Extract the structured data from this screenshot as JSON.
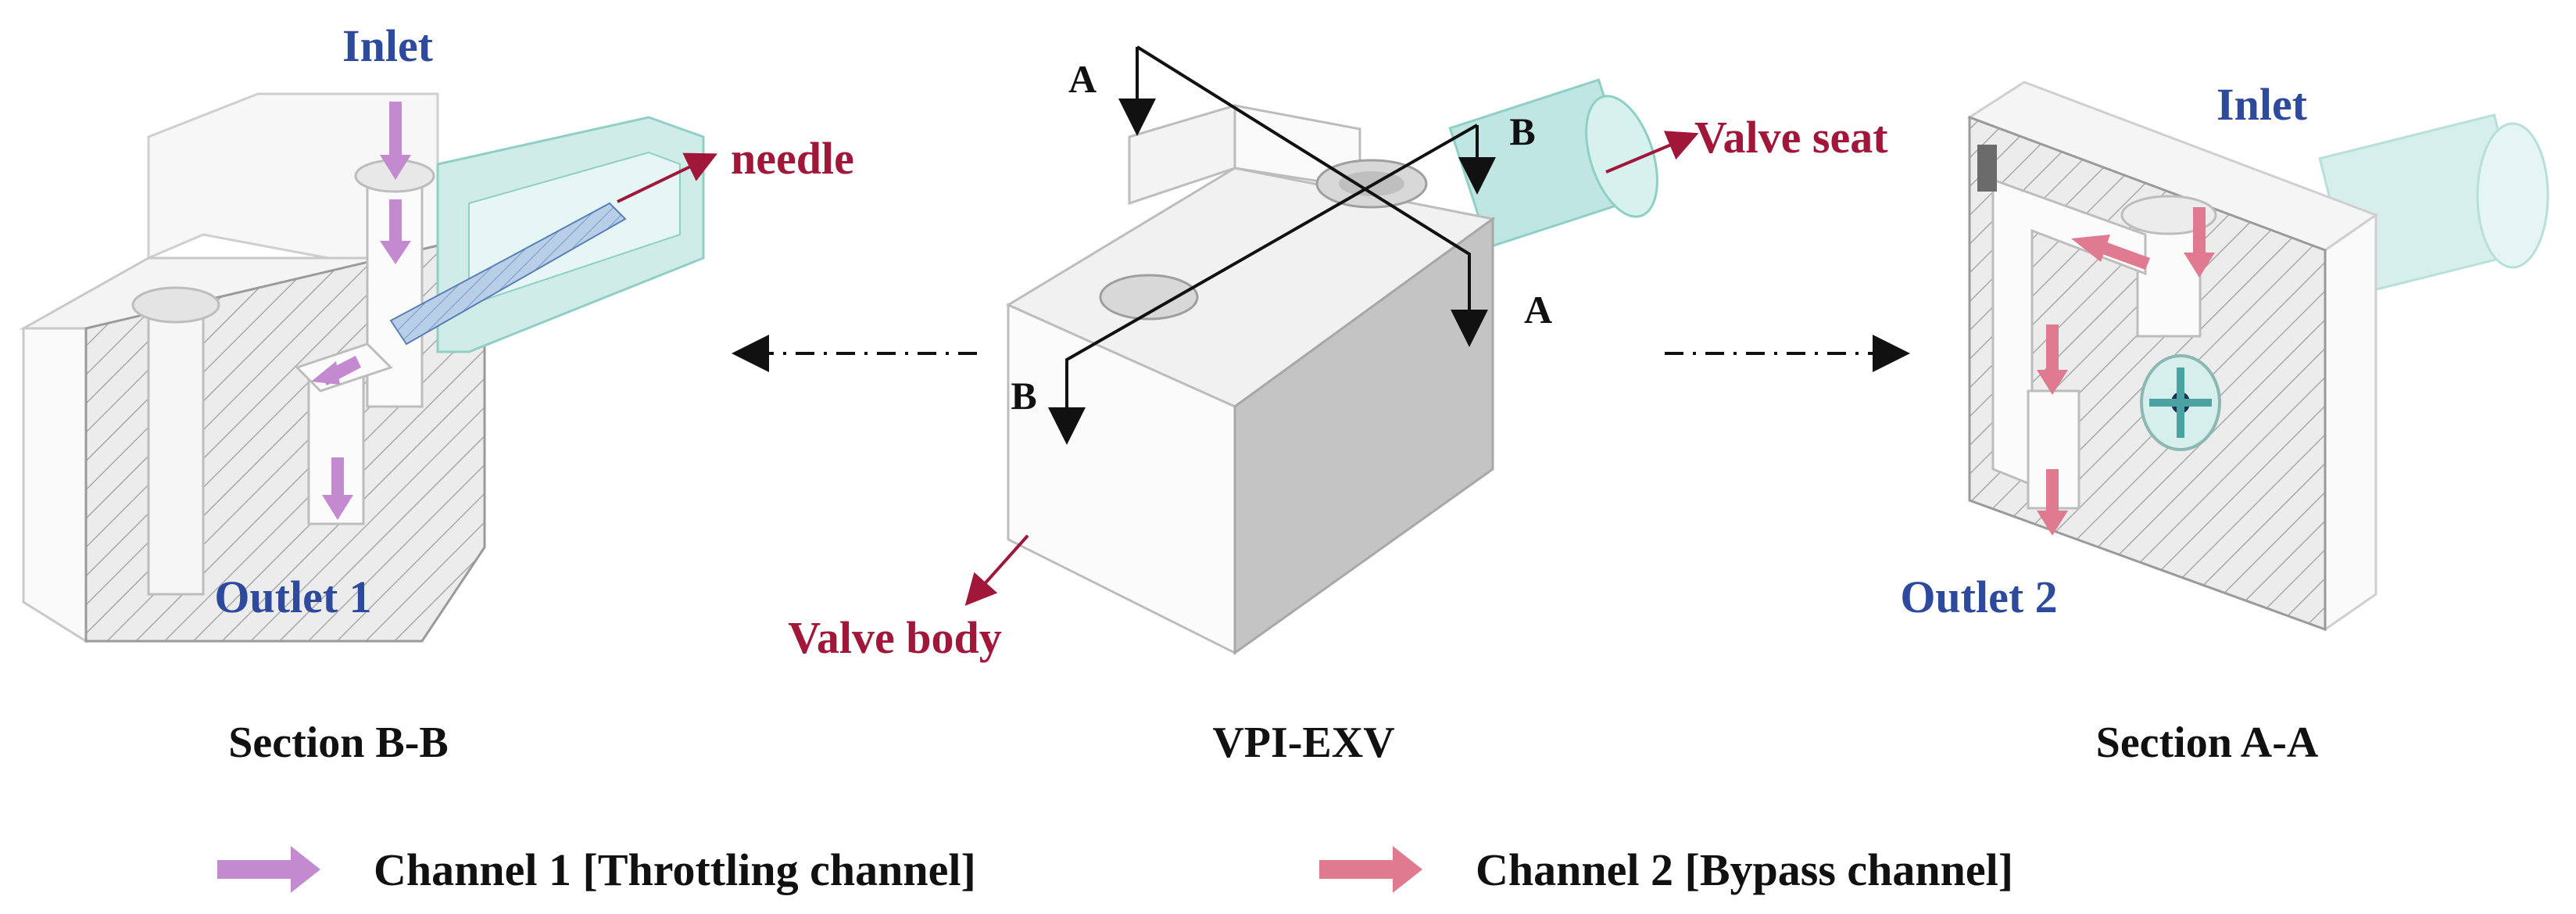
{
  "left": {
    "inlet": "Inlet",
    "outlet": "Outlet 1",
    "needle": "needle",
    "caption": "Section B-B"
  },
  "center": {
    "caption": "VPI-EXV",
    "valve_seat": "Valve seat",
    "valve_body": "Valve body",
    "section_marks": {
      "a_top": "A",
      "a_bottom": "A",
      "b_top": "B",
      "b_bottom": "B"
    }
  },
  "right": {
    "inlet": "Inlet",
    "outlet": "Outlet 2",
    "caption": "Section A-A"
  },
  "legend": {
    "channel1": "Channel 1 [Throttling channel]",
    "channel2": "Channel 2 [Bypass channel]"
  },
  "colors": {
    "channel1_arrow": "#c48ad0",
    "channel2_arrow": "#e07a90",
    "label_blue": "#2e4a9c",
    "label_red": "#a0173a",
    "valve_seat": "#bfe6e2"
  }
}
